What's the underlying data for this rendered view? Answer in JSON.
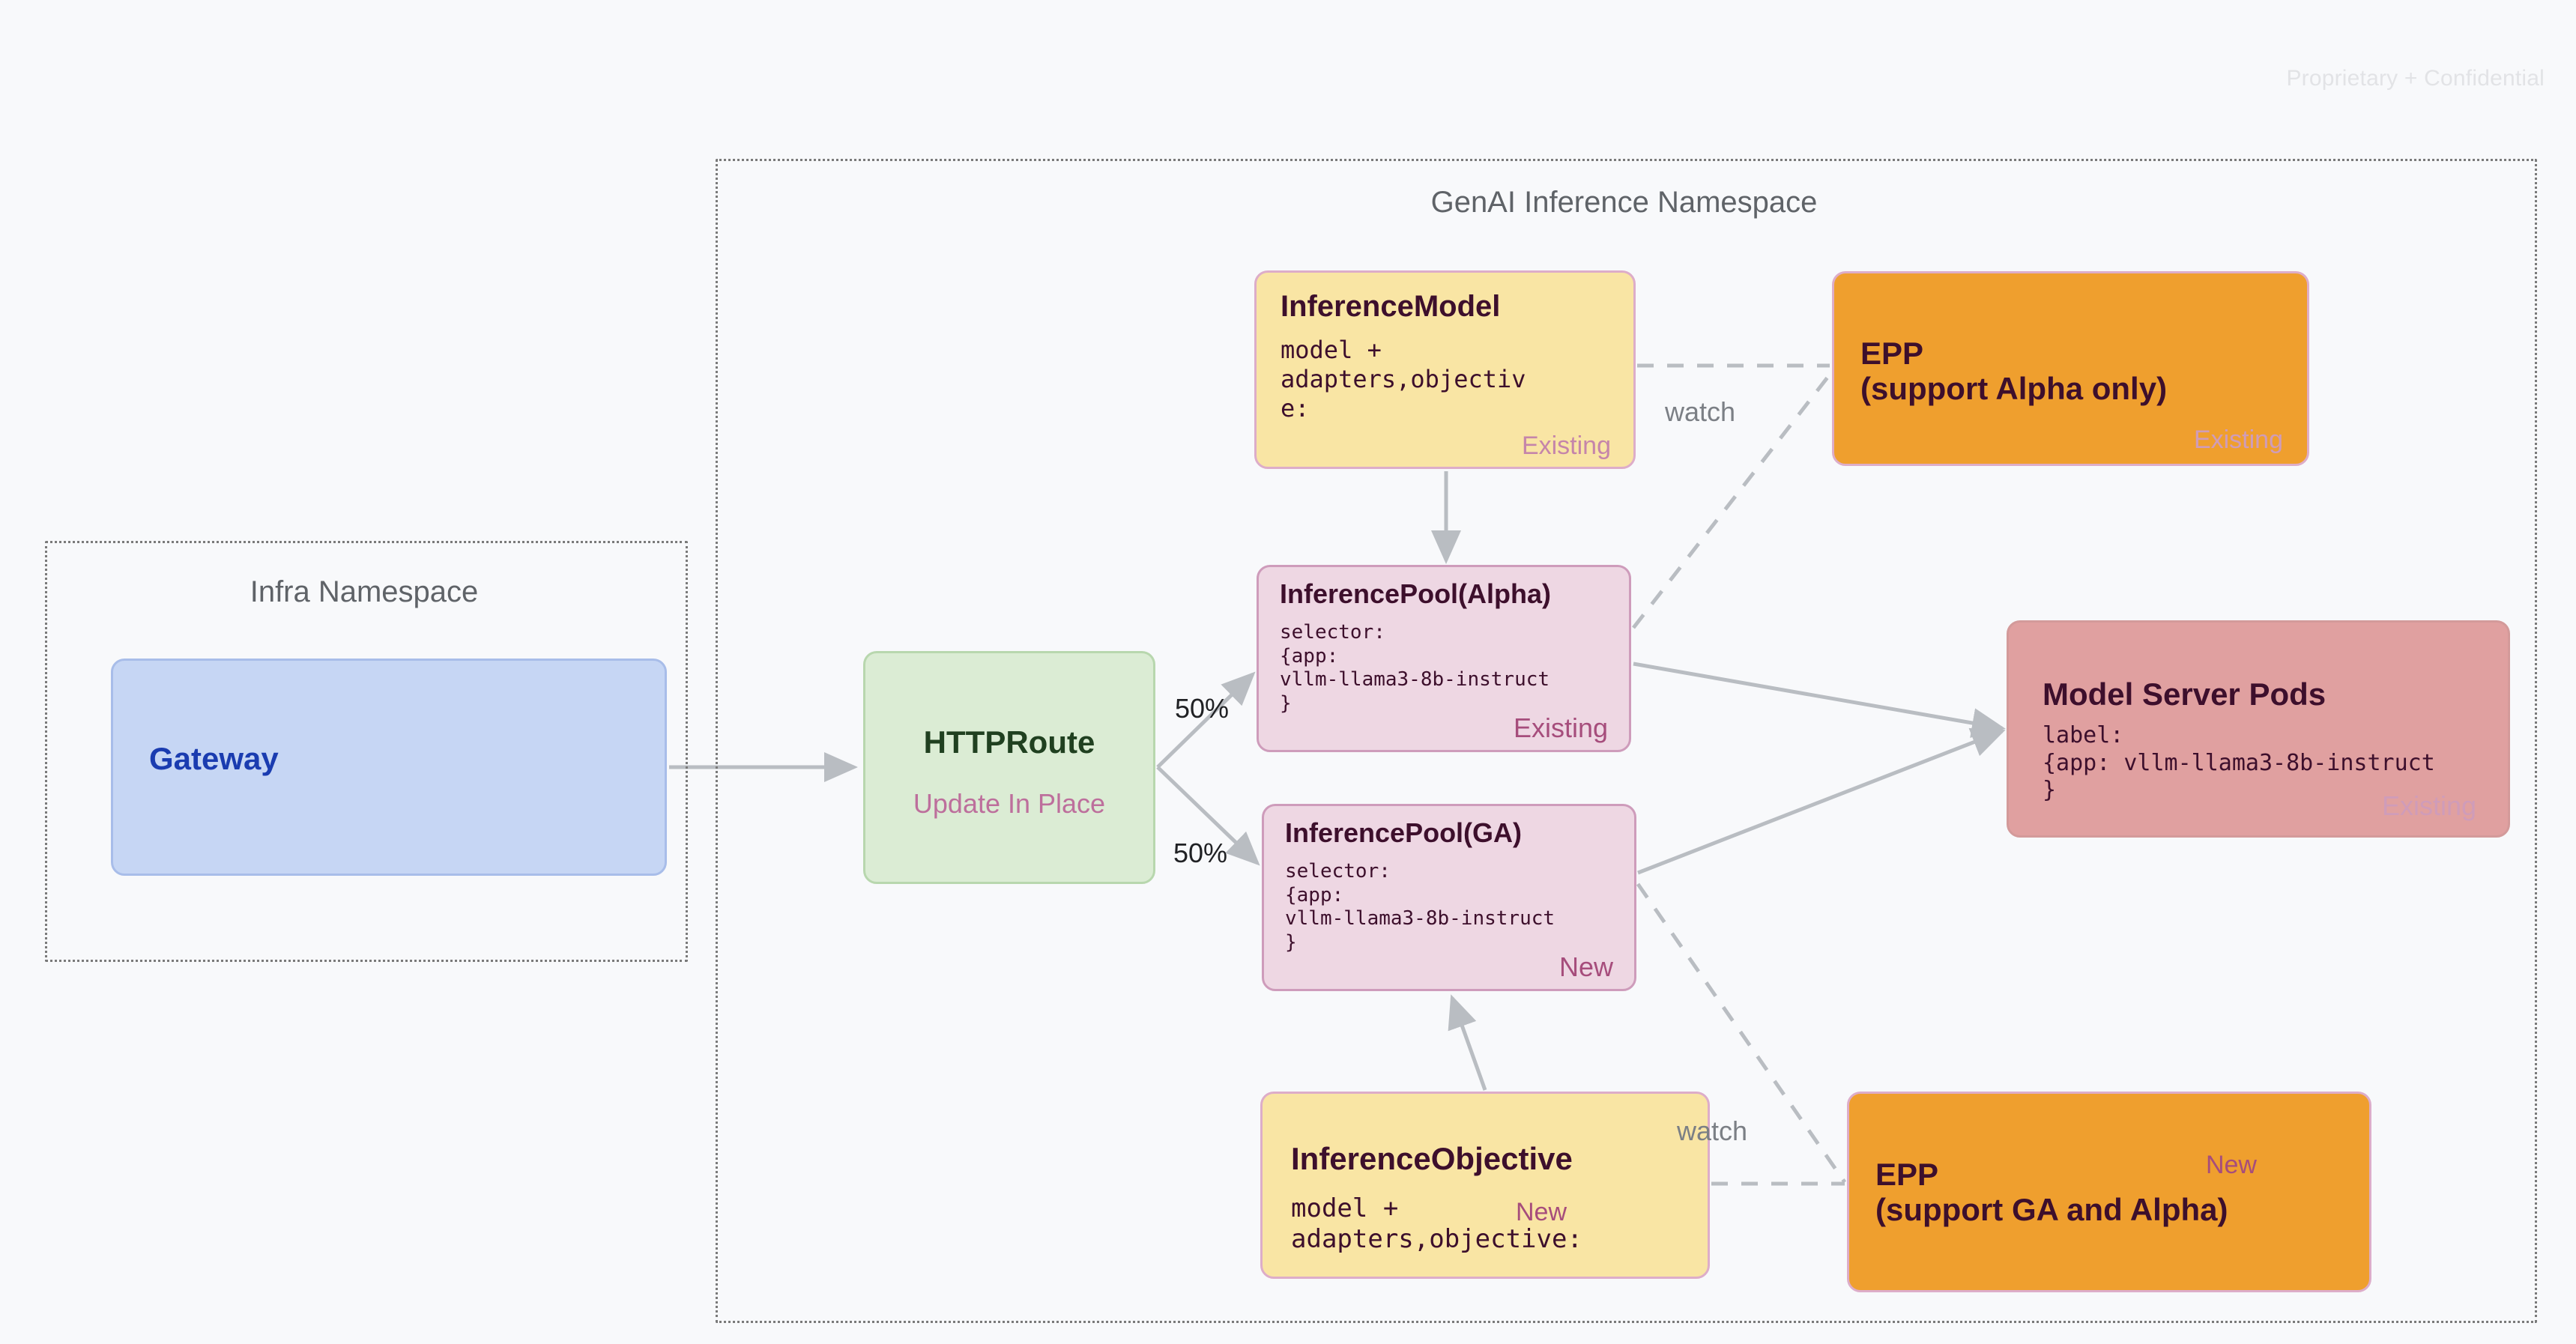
{
  "page": {
    "confidential_notice": "Proprietary + Confidential"
  },
  "namespaces": [
    {
      "id": "infra",
      "title": "Infra Namespace"
    },
    {
      "id": "genai",
      "title": "GenAI Inference Namespace"
    }
  ],
  "nodes": {
    "gateway": {
      "title": "Gateway"
    },
    "httproute": {
      "title": "HTTPRoute",
      "subtitle": "Update In Place"
    },
    "inference_model": {
      "title": "InferenceModel",
      "code": "model +\nadapters,objectiv\ne:",
      "tag": "Existing"
    },
    "inference_pool_alpha": {
      "title": "InferencePool(Alpha)",
      "code": "selector:\n{app:\nvllm-llama3-8b-instruct\n}",
      "tag": "Existing"
    },
    "inference_pool_ga": {
      "title": "InferencePool(GA)",
      "code": "selector:\n{app:\nvllm-llama3-8b-instruct\n}",
      "tag": "New"
    },
    "inference_objective": {
      "title": "InferenceObjective",
      "code": "model +\nadapters,objective:",
      "tag": "New"
    },
    "epp_alpha": {
      "title": "EPP\n(support Alpha only)",
      "tag": "Existing"
    },
    "epp_ga": {
      "title": "EPP\n(support GA and Alpha)",
      "tag": "New"
    },
    "model_server_pods": {
      "title": "Model Server Pods",
      "code": "label:\n{app: vllm-llama3-8b-instruct\n}",
      "tag": "Existing"
    }
  },
  "edges": {
    "split_top_label": "50%",
    "split_bottom_label": "50%",
    "watch_top_label": "watch",
    "watch_bottom_label": "watch"
  },
  "colors": {
    "background": "#f8f9fb",
    "gateway_fill": "#c6d6f4",
    "gateway_text": "#1a3cb0",
    "httproute_fill": "#dbecd4",
    "httproute_text": "#204020",
    "yellow_fill": "#f9e5a4",
    "pool_fill": "#eed7e3",
    "epp_fill": "#ef9f2e",
    "pods_fill": "#e0a0a0",
    "tag_existing": "#c585aa",
    "tag_new": "#a64d7c",
    "connector": "#b9bdc2",
    "namespace_border": "#7a7a7a",
    "namespace_title": "#5f6368"
  }
}
